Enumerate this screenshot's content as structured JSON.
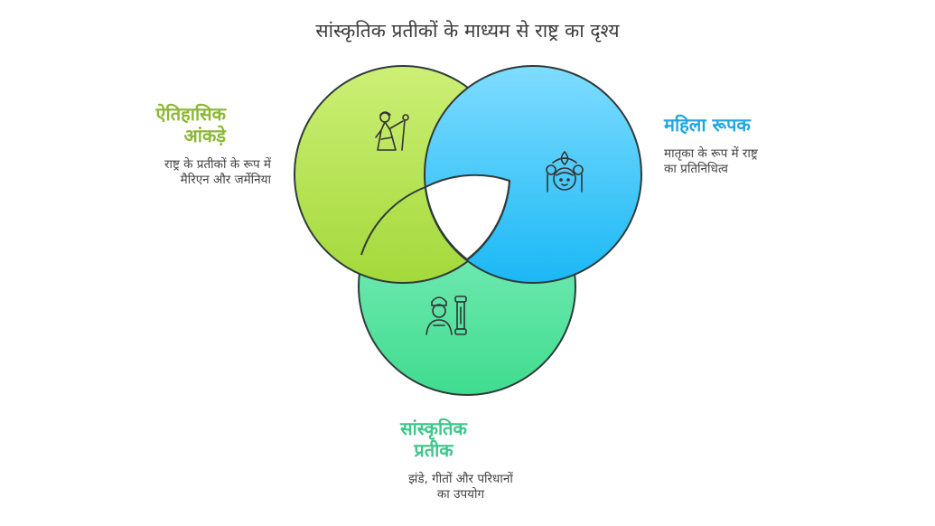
{
  "title": "सांस्कृतिक प्रतीकों के माध्यम से राष्ट्र का दृश्य",
  "sets": [
    {
      "id": "historical",
      "title_lines": [
        "ऐतिहासिक",
        "आंकड़े"
      ],
      "desc_lines": [
        "राष्ट्र के प्रतीकों के रूप में",
        "मैरिएन और जर्मेनिया"
      ],
      "color": "#8ab833",
      "icon": "allegorical-figure-icon"
    },
    {
      "id": "female",
      "title_lines": [
        "महिला रूपक"
      ],
      "desc_lines": [
        "मातृका के रूप में राष्ट्र",
        "का प्रतिनिधित्व"
      ],
      "color": "#1fa6e0",
      "icon": "mother-goddess-icon"
    },
    {
      "id": "cultural",
      "title_lines": [
        "सांस्कृतिक",
        "प्रतीक"
      ],
      "desc_lines": [
        "झंडे, गीतों और परिधानों",
        "का उपयोग"
      ],
      "color": "#3dc78a",
      "icon": "person-with-scroll-icon"
    }
  ]
}
